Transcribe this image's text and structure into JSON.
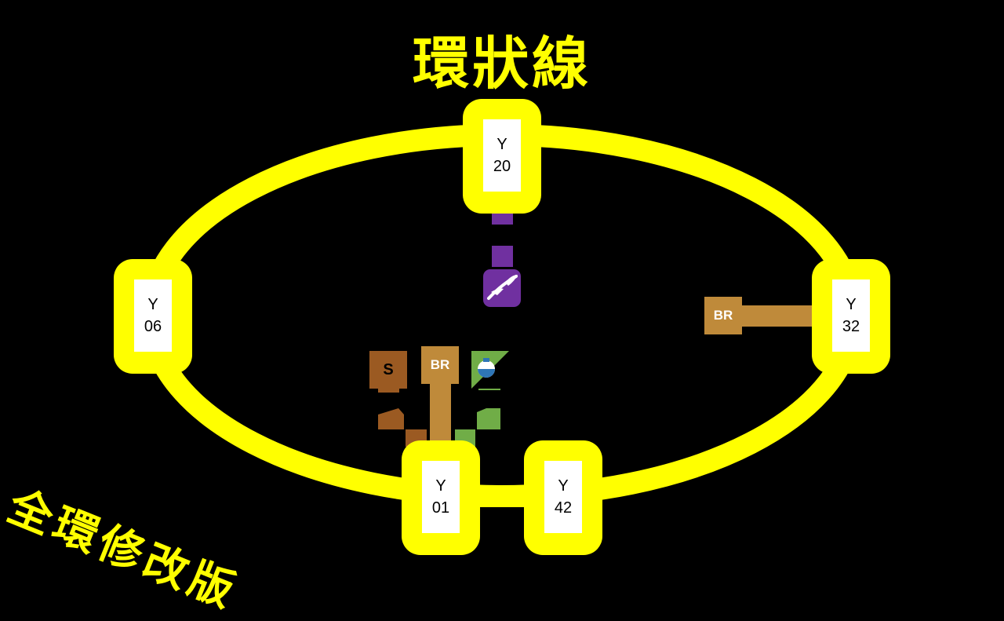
{
  "title": "環狀線",
  "subtitle": "全環修改版",
  "colors": {
    "loop": "#ffff00",
    "brown_line": "#bf8a3a",
    "s_line": "#9b5a22",
    "purple_line": "#7030a0",
    "green_line": "#70ad47"
  },
  "stations": {
    "y20": {
      "line": "Y",
      "num": "20"
    },
    "y06": {
      "line": "Y",
      "num": "06"
    },
    "y32": {
      "line": "Y",
      "num": "32"
    },
    "y01": {
      "line": "Y",
      "num": "01"
    },
    "y42": {
      "line": "Y",
      "num": "42"
    }
  },
  "badges": {
    "br_right": "BR",
    "br_bottom": "BR",
    "s_badge": "S"
  },
  "icons": {
    "airport": "airport-line-icon",
    "light_rail": "light-rail-icon"
  }
}
